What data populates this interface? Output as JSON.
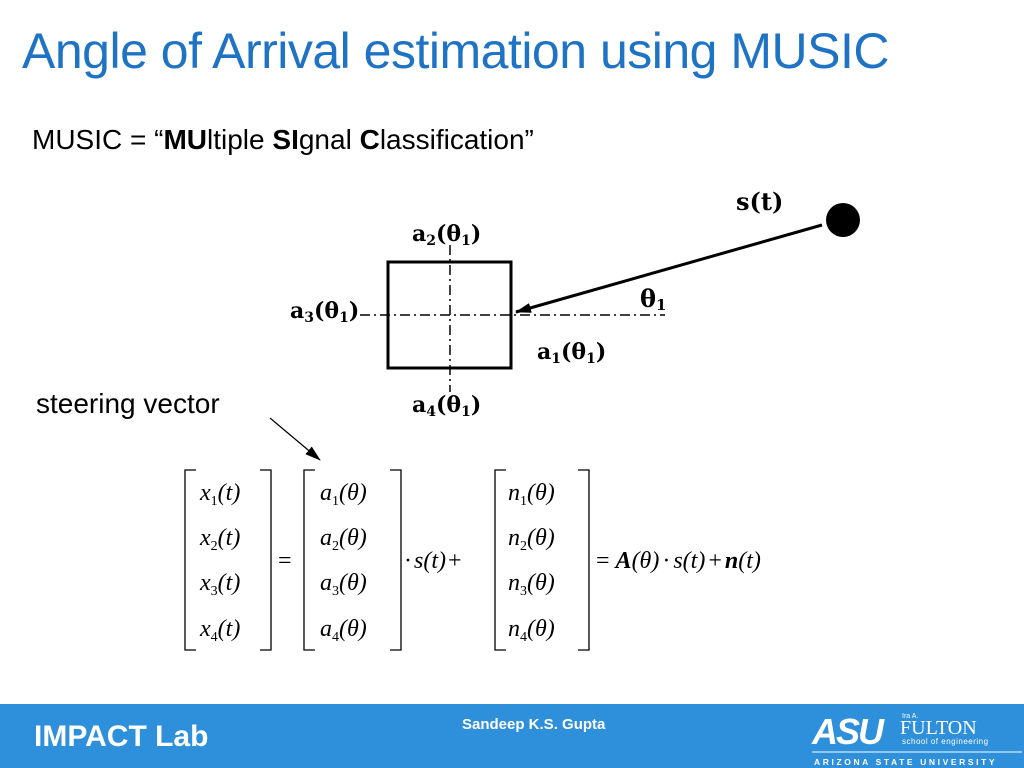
{
  "slide": {
    "title": "Angle of Arrival estimation using MUSIC",
    "subtitle": {
      "prefix": "MUSIC = “",
      "b1": "MU",
      "t1": "ltiple ",
      "b2": "SI",
      "t2": "gnal ",
      "b3": "C",
      "t3": "lassification”"
    },
    "steering_label": "steering vector"
  },
  "diagram": {
    "source_label": "s(t)",
    "angle_label": "θ",
    "angle_sub": "1",
    "antennas": [
      {
        "base": "a",
        "idx": "1",
        "arg": "(θ",
        "argsub": "1",
        "close": ")"
      },
      {
        "base": "a",
        "idx": "2",
        "arg": "(θ",
        "argsub": "1",
        "close": ")"
      },
      {
        "base": "a",
        "idx": "3",
        "arg": "(θ",
        "argsub": "1",
        "close": ")"
      },
      {
        "base": "a",
        "idx": "4",
        "arg": "(θ",
        "argsub": "1",
        "close": ")"
      }
    ]
  },
  "equation": {
    "x": [
      {
        "v": "x",
        "i": "1",
        "a": "(t)"
      },
      {
        "v": "x",
        "i": "2",
        "a": "(t)"
      },
      {
        "v": "x",
        "i": "3",
        "a": "(t)"
      },
      {
        "v": "x",
        "i": "4",
        "a": "(t)"
      }
    ],
    "a": [
      {
        "v": "a",
        "i": "1",
        "a": "(θ)"
      },
      {
        "v": "a",
        "i": "2",
        "a": "(θ)"
      },
      {
        "v": "a",
        "i": "3",
        "a": "(θ)"
      },
      {
        "v": "a",
        "i": "4",
        "a": "(θ)"
      }
    ],
    "n": [
      {
        "v": "n",
        "i": "1",
        "a": "(θ)"
      },
      {
        "v": "n",
        "i": "2",
        "a": "(θ)"
      },
      {
        "v": "n",
        "i": "3",
        "a": "(θ)"
      },
      {
        "v": "n",
        "i": "4",
        "a": "(θ)"
      }
    ],
    "eq": "=",
    "dot": "·",
    "s_term": "s(t)",
    "plus": "+",
    "eq2": "=",
    "A": "A",
    "A_arg": "(θ)",
    "dot2": "·",
    "s_term2": "s(t)",
    "plus2": "+",
    "n_bold": "n",
    "n_arg": "(t)"
  },
  "footer": {
    "lab": "IMPACT Lab",
    "author": "Sandeep K.S. Gupta",
    "logo": {
      "asu": "ASU",
      "ira": "Ira A.",
      "fulton": "FULTON",
      "school": "school of engineering",
      "university": "ARIZONA STATE UNIVERSITY"
    }
  },
  "colors": {
    "title": "#1f73c4",
    "footer_bg": "#2e8fdb",
    "footer_text": "#ffffff"
  }
}
